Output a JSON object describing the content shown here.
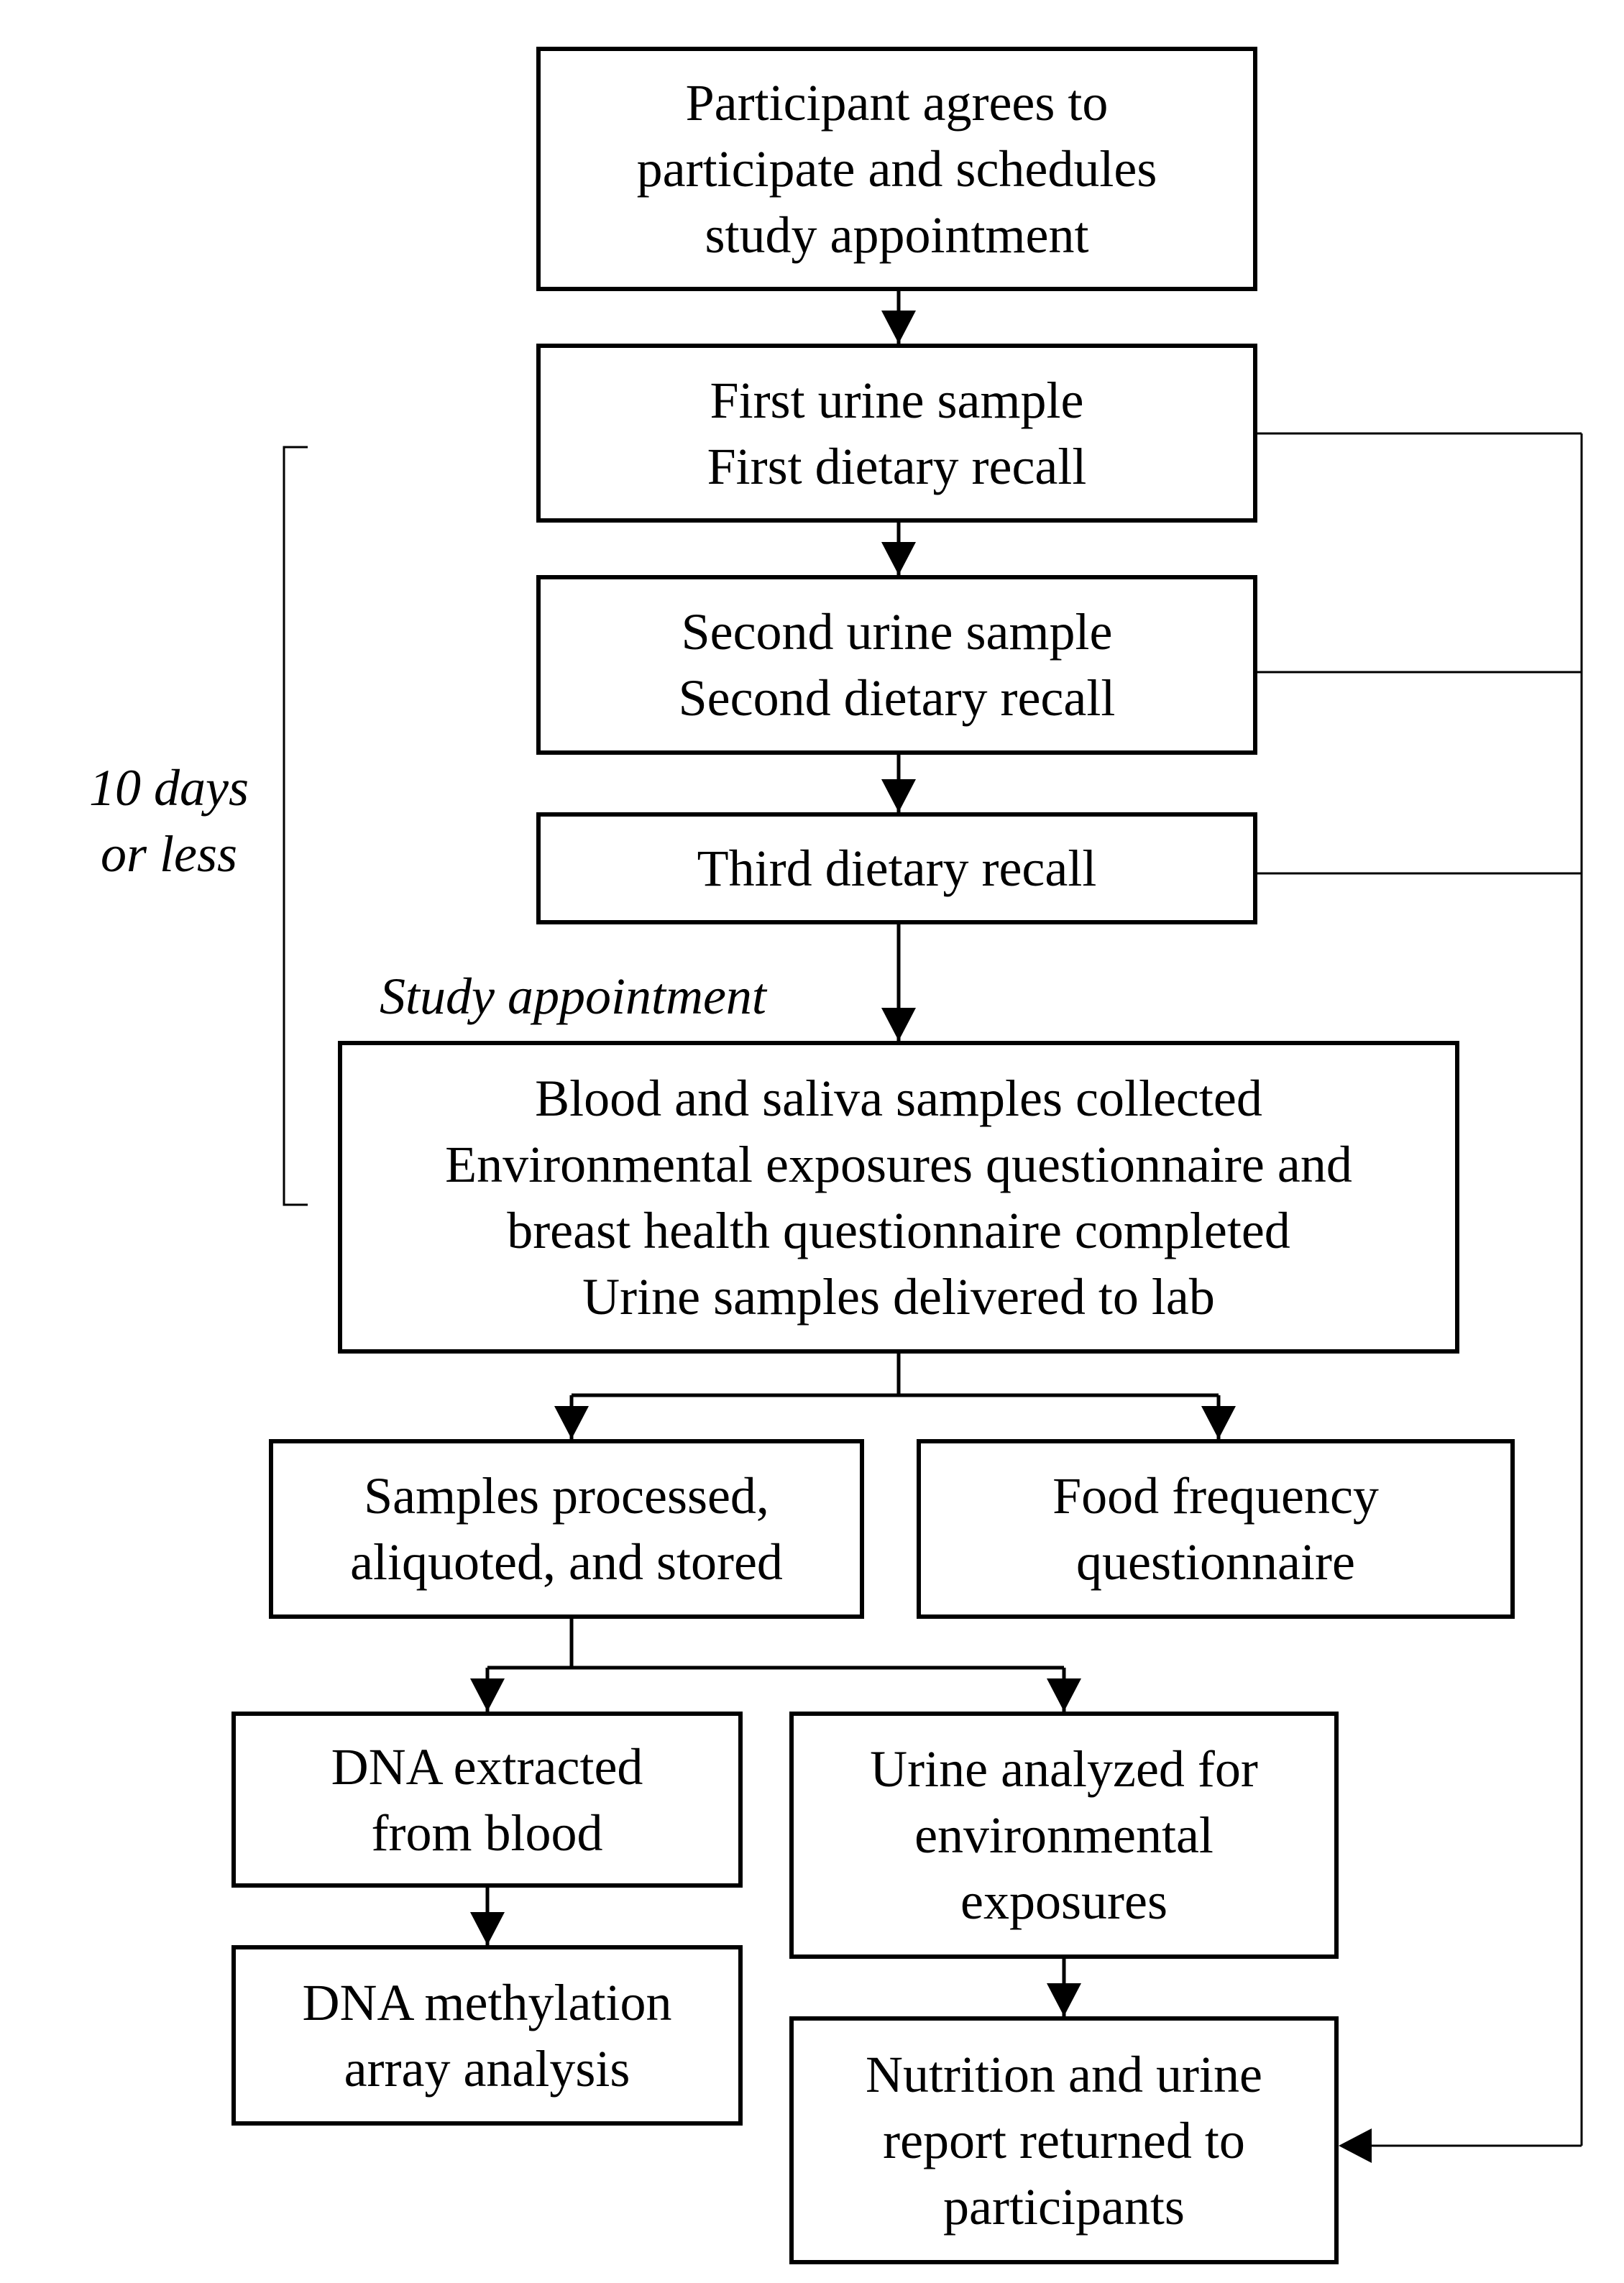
{
  "boxes": {
    "enroll": {
      "lines": [
        "Participant agrees to",
        "participate and schedules",
        "study appointment"
      ]
    },
    "first": {
      "lines": [
        "First urine sample",
        "First dietary recall"
      ]
    },
    "second": {
      "lines": [
        "Second urine sample",
        "Second dietary recall"
      ]
    },
    "third": {
      "lines": [
        "Third dietary recall"
      ]
    },
    "appointment": {
      "lines": [
        "Blood and saliva samples collected",
        "Environmental exposures questionnaire and",
        "breast health questionnaire completed",
        "Urine samples delivered to lab"
      ]
    },
    "processed": {
      "lines": [
        "Samples processed,",
        "aliquoted, and stored"
      ]
    },
    "ffq": {
      "lines": [
        "Food frequency",
        "questionnaire"
      ]
    },
    "dna_extract": {
      "lines": [
        "DNA extracted",
        "from blood"
      ]
    },
    "urine_analysis": {
      "lines": [
        "Urine analyzed for",
        "environmental",
        "exposures"
      ]
    },
    "methylation": {
      "lines": [
        "DNA methylation",
        "array analysis"
      ]
    },
    "report": {
      "lines": [
        "Nutrition and urine",
        "report returned to",
        "participants"
      ]
    }
  },
  "labels": {
    "study_appointment": "Study appointment",
    "duration_lines": [
      "10 days",
      "or less"
    ]
  }
}
